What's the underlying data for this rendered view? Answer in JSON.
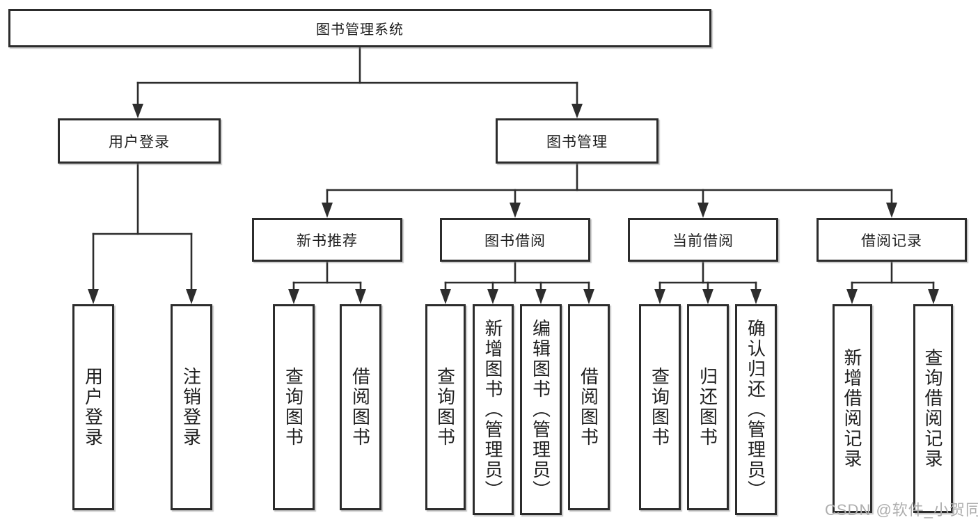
{
  "tree": {
    "root": {
      "label": "图书管理系统"
    },
    "branches": [
      {
        "label": "用户登录",
        "children": [
          {
            "label": "用户登录"
          },
          {
            "label": "注销登录"
          }
        ]
      },
      {
        "label": "图书管理",
        "groups": [
          {
            "label": "新书推荐",
            "children": [
              {
                "label": "查询图书"
              },
              {
                "label": "借阅图书"
              }
            ]
          },
          {
            "label": "图书借阅",
            "children": [
              {
                "label": "查询图书"
              },
              {
                "label": "新增图书（管理员）"
              },
              {
                "label": "编辑图书（管理员）"
              },
              {
                "label": "借阅图书"
              }
            ]
          },
          {
            "label": "当前借阅",
            "children": [
              {
                "label": "查询图书"
              },
              {
                "label": "归还图书"
              },
              {
                "label": "确认归还（管理员）"
              }
            ]
          },
          {
            "label": "借阅记录",
            "children": [
              {
                "label": "新增借阅记录"
              },
              {
                "label": "查询借阅记录"
              }
            ]
          }
        ]
      }
    ]
  },
  "colors": {
    "line": "#2d2d2d",
    "box_border": "#2c2c2c",
    "box_bg": "#ffffff",
    "watermark": "#aeaeae"
  },
  "watermark": "CSDN @软件_小贺同学"
}
